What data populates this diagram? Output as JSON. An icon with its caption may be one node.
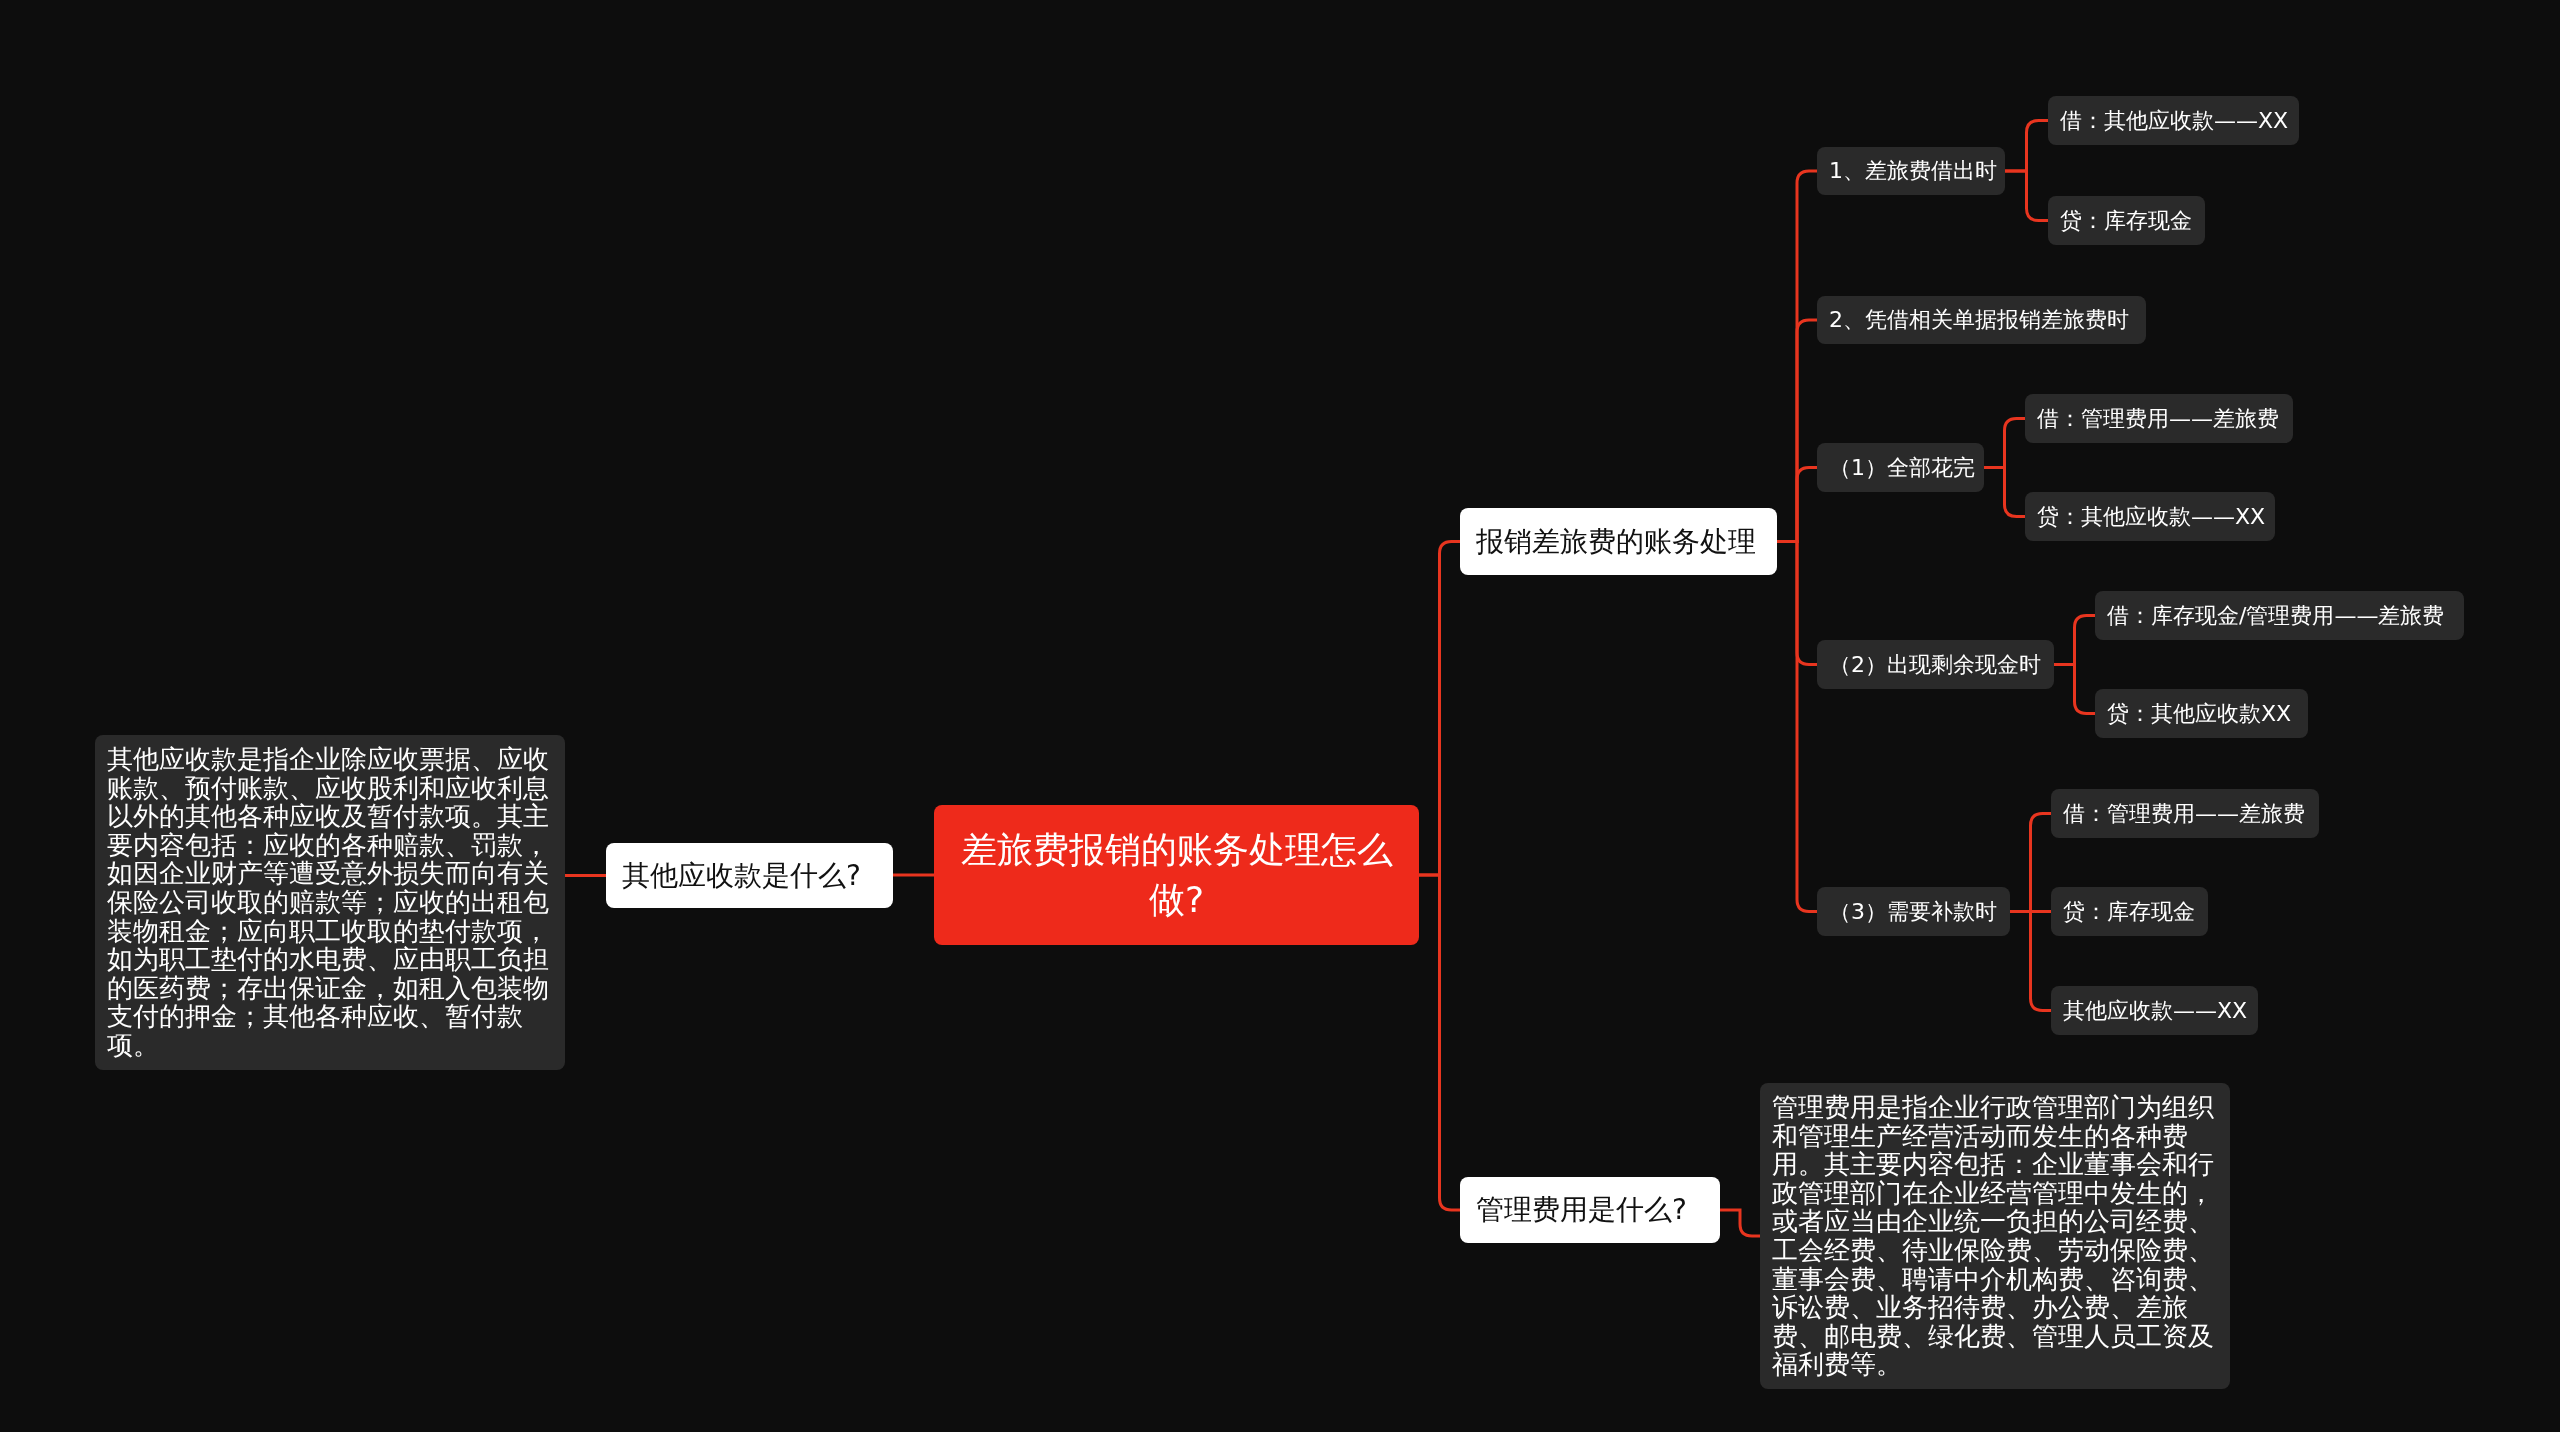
{
  "diagram": {
    "nodes": [
      {
        "text": [
          "差旅费报销的账务处理怎么做?"
        ]
      },
      {
        "text": [
          "其他应收款是什么?"
        ]
      },
      {
        "text": [
          "其他应收款是指企业除应收票据、应收账款、预付账款、应收股利和应收利息以外的其他各种应收及暂付款项。其主要内容包括：应收的各种赔款、罚款，如因企业财产等遭受意外损失而向有关保险公司收取的赔款等；应收的出租包装物租金；应向职工收取的垫付款项，如为职工垫付的水电费、应由职工负担的医药费；存出保证金，如租入包装物支付的押金；其他各种应收、暂付款项。"
        ]
      },
      {
        "text": [
          "报销差旅费的账务处理"
        ]
      },
      {
        "text": [
          "1、差旅费借出时"
        ]
      },
      {
        "text": [
          "借：其他应收款——XX"
        ]
      },
      {
        "text": [
          "贷：库存现金"
        ]
      },
      {
        "text": [
          "2、凭借相关单据报销差旅费时"
        ]
      },
      {
        "text": [
          "（1）全部花完"
        ]
      },
      {
        "text": [
          "借：管理费用——差旅费"
        ]
      },
      {
        "text": [
          "贷：其他应收款——XX"
        ]
      },
      {
        "text": [
          "（2）出现剩余现金时"
        ]
      },
      {
        "text": [
          "借：库存现金/管理费用——差旅费"
        ]
      },
      {
        "text": [
          "贷：其他应收款XX"
        ]
      },
      {
        "text": [
          "（3）需要补款时"
        ]
      },
      {
        "text": [
          "借：管理费用——差旅费"
        ]
      },
      {
        "text": [
          "贷：库存现金"
        ]
      },
      {
        "text": [
          "其他应收款——XX"
        ]
      },
      {
        "text": [
          "管理费用是什么?"
        ]
      },
      {
        "text": [
          "管理费用是指企业行政管理部门为组织和管理生产经营活动而发生的各种费用。其主要内容包括：企业董事会和行政管理部门在企业经营管理中发生的，或者应当由企业统一负担的公司经费、工会经费、待业保险费、劳动保险费、董事会费、聘请中介机构费、咨询费、诉讼费、业务招待费、办公费、差旅费、邮电费、绿化费、管理人员工资及福利费等。"
        ]
      }
    ],
    "edges": [
      {
        "from": 0,
        "to": 1,
        "arrow": "none"
      },
      {
        "from": 1,
        "to": 2,
        "arrow": "none"
      },
      {
        "from": 0,
        "to": 3,
        "arrow": "none"
      },
      {
        "from": 0,
        "to": 18,
        "arrow": "none"
      },
      {
        "from": 18,
        "to": 19,
        "arrow": "none"
      },
      {
        "from": 3,
        "to": 4,
        "arrow": "none"
      },
      {
        "from": 3,
        "to": 7,
        "arrow": "none"
      },
      {
        "from": 3,
        "to": 8,
        "arrow": "none"
      },
      {
        "from": 3,
        "to": 11,
        "arrow": "none"
      },
      {
        "from": 3,
        "to": 14,
        "arrow": "none"
      },
      {
        "from": 4,
        "to": 5,
        "arrow": "none"
      },
      {
        "from": 4,
        "to": 6,
        "arrow": "none"
      },
      {
        "from": 8,
        "to": 9,
        "arrow": "none"
      },
      {
        "from": 8,
        "to": 10,
        "arrow": "none"
      },
      {
        "from": 11,
        "to": 12,
        "arrow": "none"
      },
      {
        "from": 11,
        "to": 13,
        "arrow": "none"
      },
      {
        "from": 14,
        "to": 15,
        "arrow": "none"
      },
      {
        "from": 14,
        "to": 16,
        "arrow": "none"
      },
      {
        "from": 14,
        "to": 17,
        "arrow": "none"
      }
    ]
  }
}
